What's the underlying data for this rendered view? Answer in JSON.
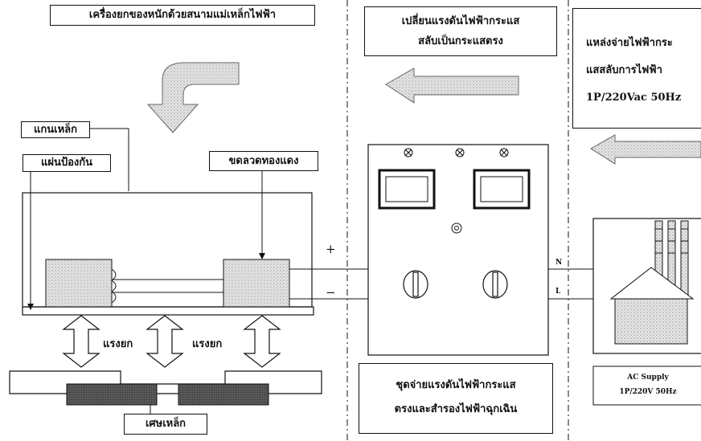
{
  "title_magnet": "เครื่องยกของหนักด้วยสนามแม่เหล็กไฟฟ้า",
  "converter_title": [
    "เปลี่ยนแรงดันไฟฟ้ากระแส",
    "สลับเป็นกระแสตรง"
  ],
  "source_title": [
    "แหล่งจ่ายไฟฟ้ากระ",
    "แสสลับการไฟฟ้า",
    "1P/220Vac 50Hz"
  ],
  "label_core": "แกนเหล็ก",
  "label_shield": "แผ่นป้องกัน",
  "label_coil": "ขดลวดทองแดง",
  "label_lift_force_1": "แรงยก",
  "label_lift_force_2": "แรงยก",
  "label_scrap": "เศษเหล็ก",
  "dc_plus": "+",
  "dc_minus": "−",
  "ac_n": "N",
  "ac_l": "L",
  "ac_supply": [
    "AC Supply",
    "1P/220V  50Hz"
  ],
  "converter_caption": [
    "ชุดจ่ายแรงดันไฟฟ้ากระแส",
    "ตรงและสำรองไฟฟ้าฉุกเฉิน"
  ],
  "icons": [
    "lamp-x-icon",
    "knob-icon",
    "hatched-arrow-icon",
    "house-icon"
  ],
  "colors": {
    "line": "#111111",
    "hatch": "#b9b9b9",
    "scrap": "#555555"
  }
}
